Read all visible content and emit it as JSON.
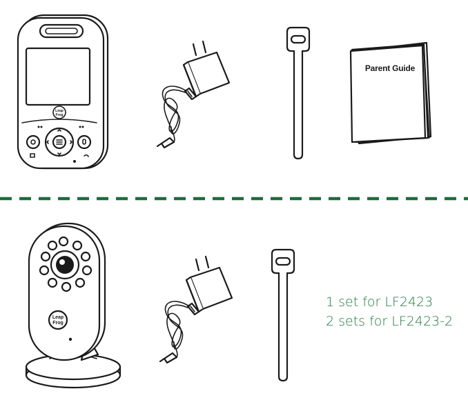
{
  "parent_guide": {
    "title": "Parent Guide"
  },
  "camera_note": {
    "line1": "1 set for LF2423",
    "line2": "2 sets for LF2423-2"
  },
  "brand": {
    "logo_top": "Leap",
    "logo_bottom": "Frog"
  },
  "colors": {
    "divider": "#1e6b3a",
    "note_text": "#1e7a3c",
    "line_art": "#1a1a1a"
  },
  "icons": [
    "parent-unit-icon",
    "power-adapter-icon",
    "cable-tie-icon",
    "parent-guide-booklet-icon",
    "camera-unit-icon"
  ]
}
